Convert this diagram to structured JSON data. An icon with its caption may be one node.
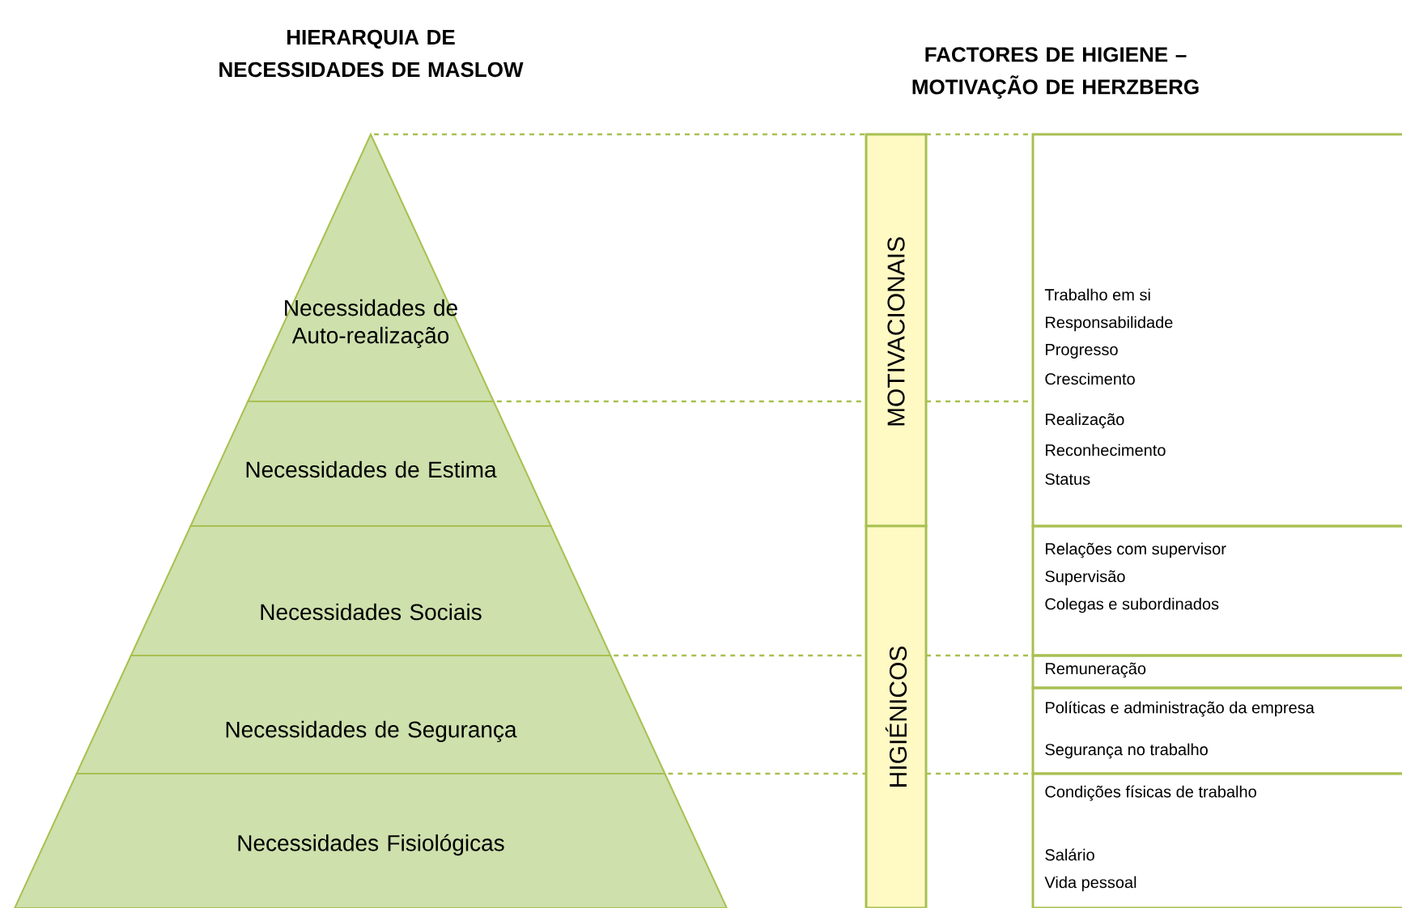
{
  "diagram": {
    "nodes": [
      {
        "text": [
          "Necessidades de Auto-realização"
        ]
      },
      {
        "text": [
          "Necessidades de Estima"
        ]
      },
      {
        "text": [
          "Necessidades Sociais"
        ]
      },
      {
        "text": [
          "Necessidades de Segurança"
        ]
      },
      {
        "text": [
          "Necessidades Fisiológicas"
        ]
      },
      {
        "text": [
          "MOTIVACIONAIS"
        ]
      },
      {
        "text": [
          "HIGIÉNICOS"
        ]
      },
      {
        "text": [
          "Trabalho em si",
          "Responsabilidade",
          "Progresso",
          "Crescimento",
          "Realização",
          "Reconhecimento",
          "Status"
        ]
      },
      {
        "text": [
          "Relações com supervisor",
          "Supervisão",
          "Colegas e subordinados"
        ]
      },
      {
        "text": [
          "Remuneração"
        ]
      },
      {
        "text": [
          "Políticas e administração da empresa",
          "Segurança no trabalho"
        ]
      },
      {
        "text": [
          "Condições físicas de trabalho",
          "Salário",
          "Vida pessoal"
        ]
      }
    ],
    "edges": [
      {
        "from": 0,
        "to": 5,
        "arrow": "none",
        "style": "dashed"
      },
      {
        "from": 5,
        "to": 7,
        "arrow": "none",
        "style": "dashed"
      },
      {
        "from": 1,
        "to": 5,
        "arrow": "none",
        "style": "dashed"
      },
      {
        "from": 5,
        "to": 7,
        "arrow": "none",
        "style": "dashed"
      },
      {
        "from": 2,
        "to": 6,
        "arrow": "none",
        "style": "dashed"
      },
      {
        "from": 6,
        "to": 9,
        "arrow": "none",
        "style": "dashed"
      },
      {
        "from": 4,
        "to": 6,
        "arrow": "none",
        "style": "dashed"
      },
      {
        "from": 6,
        "to": 10,
        "arrow": "none",
        "style": "dashed"
      }
    ],
    "labels": [
      "HIERARQUIA DE NECESSIDADES DE MASLOW",
      "FACTORES DE HIGIENE – MOTIVAÇÃO DE HERZBERG"
    ]
  }
}
